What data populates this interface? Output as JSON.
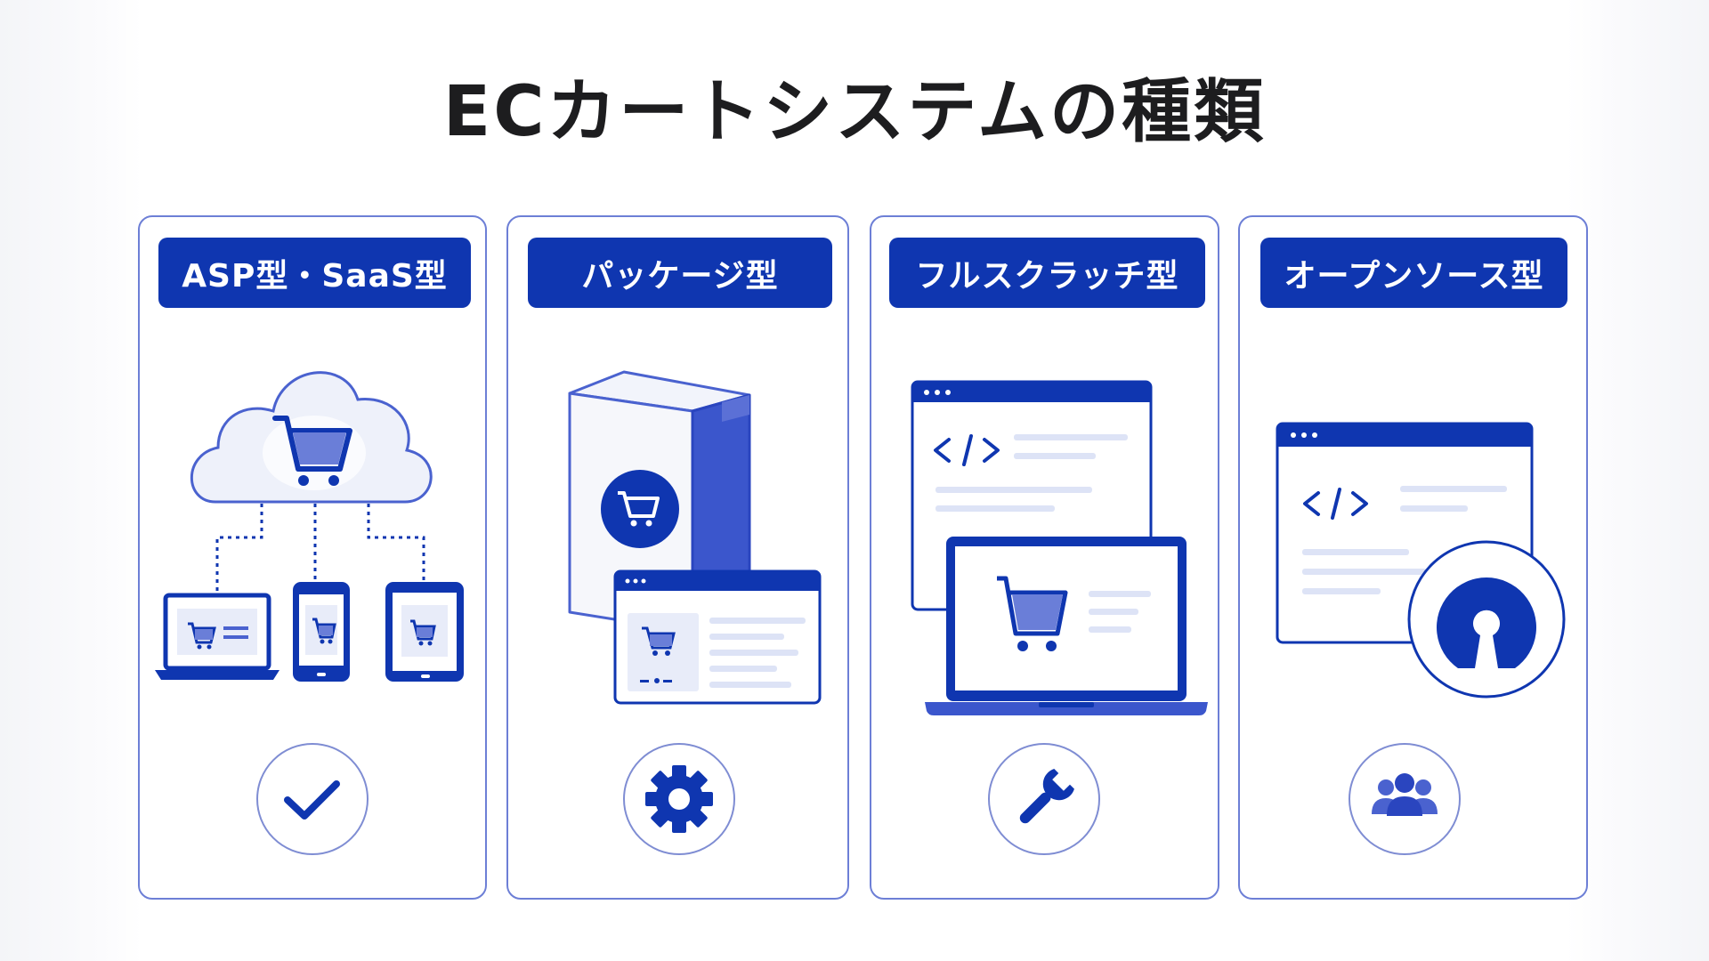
{
  "title": "ECカートシステムの種類",
  "cards": [
    {
      "label": "ASP型・SaaS型"
    },
    {
      "label": "パッケージ型"
    },
    {
      "label": "フルスクラッチ型"
    },
    {
      "label": "オープンソース型"
    }
  ],
  "colors": {
    "primary": "#0f36b0",
    "accent": "#4a62cf",
    "light": "#e8ecf9",
    "border": "#6d7fd6"
  },
  "icons": [
    "cloud-cart-icon",
    "laptop-icon",
    "smartphone-icon",
    "tablet-icon",
    "software-box-icon",
    "code-window-icon",
    "laptop-cart-icon",
    "open-source-icon",
    "checkmark-icon",
    "gear-icon",
    "wrench-icon",
    "people-icon"
  ]
}
